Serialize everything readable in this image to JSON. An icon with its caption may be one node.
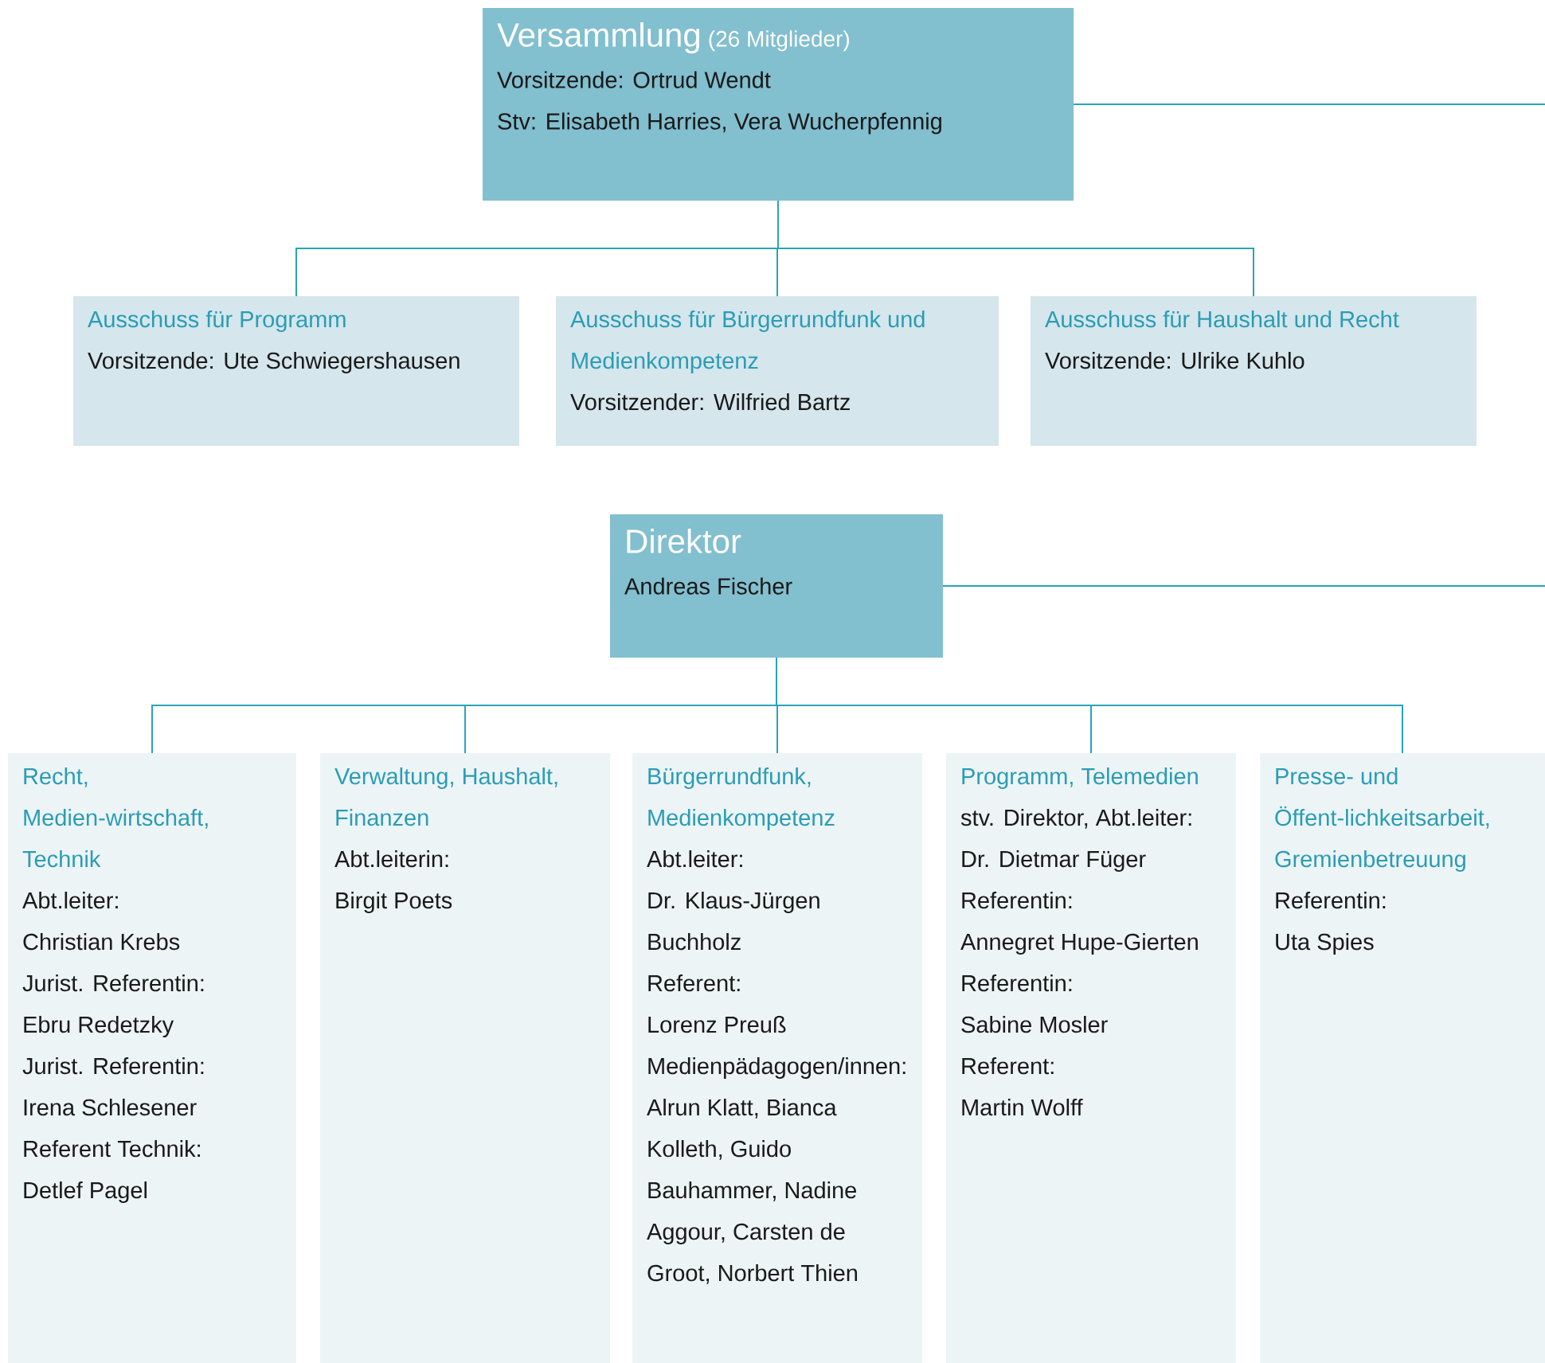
{
  "diagram": {
    "nodes": [
      {
        "text": [
          "Versammlung",
          "(26 Mitglieder)",
          "Vorsitzende: Ortrud Wendt",
          "Stv: Elisabeth Harries, Vera Wucherpfennig"
        ]
      },
      {
        "text": [
          "Ausschuss für Programm",
          "Vorsitzende: Ute Schwiegershausen"
        ]
      },
      {
        "text": [
          "Ausschuss für Bürgerrundfunk und Medienkompetenz",
          "Vorsitzender: Wilfried Bartz"
        ]
      },
      {
        "text": [
          "Ausschuss für Haushalt und Recht",
          "Vorsitzende: Ulrike Kuhlo"
        ]
      },
      {
        "text": [
          "Direktor",
          "Andreas Fischer"
        ]
      },
      {
        "text": [
          "Recht, Medien-wirtschaft, Technik",
          "Abt.leiter:",
          "Christian Krebs",
          "Jurist. Referentin:",
          "Ebru Redetzky",
          "Jurist. Referentin:",
          "Irena Schlesener",
          "Referent Technik:",
          "Detlef Pagel"
        ]
      },
      {
        "text": [
          "Verwaltung, Haushalt, Finanzen",
          "Abt.leiterin:",
          "Birgit Poets"
        ]
      },
      {
        "text": [
          "Bürgerrundfunk, Medienkompetenz",
          "Abt.leiter:",
          "Dr. Klaus-Jürgen Buchholz",
          "Referent:",
          "Lorenz Preuß",
          "Medienpädagogen/innen: Alrun Klatt, Bianca Kolleth, Guido Bauhammer, Nadine Aggour, Carsten de Groot, Norbert Thien"
        ]
      },
      {
        "text": [
          "Programm, Telemedien",
          "stv. Direktor, Abt.leiter:",
          "Dr. Dietmar Füger",
          "Referentin:",
          "Annegret Hupe-Gierten",
          "Referentin:",
          "Sabine Mosler",
          "Referent:",
          "Martin Wolff"
        ]
      },
      {
        "text": [
          "Presse- und Öffent-lichkeitsarbeit, Gremienbetreuung",
          "Referentin:",
          "Uta Spies"
        ]
      }
    ],
    "edges": [
      {
        "from": 0,
        "to": 1,
        "arrow": "none"
      },
      {
        "from": 0,
        "to": 2,
        "arrow": "none"
      },
      {
        "from": 0,
        "to": 3,
        "arrow": "none"
      },
      {
        "from": 0,
        "to": null,
        "arrow": "none"
      },
      {
        "from": 4,
        "to": 5,
        "arrow": "none"
      },
      {
        "from": 4,
        "to": 6,
        "arrow": "none"
      },
      {
        "from": 4,
        "to": 7,
        "arrow": "none"
      },
      {
        "from": 4,
        "to": 8,
        "arrow": "none"
      },
      {
        "from": 4,
        "to": 9,
        "arrow": "none"
      },
      {
        "from": 4,
        "to": null,
        "arrow": "none"
      }
    ]
  }
}
